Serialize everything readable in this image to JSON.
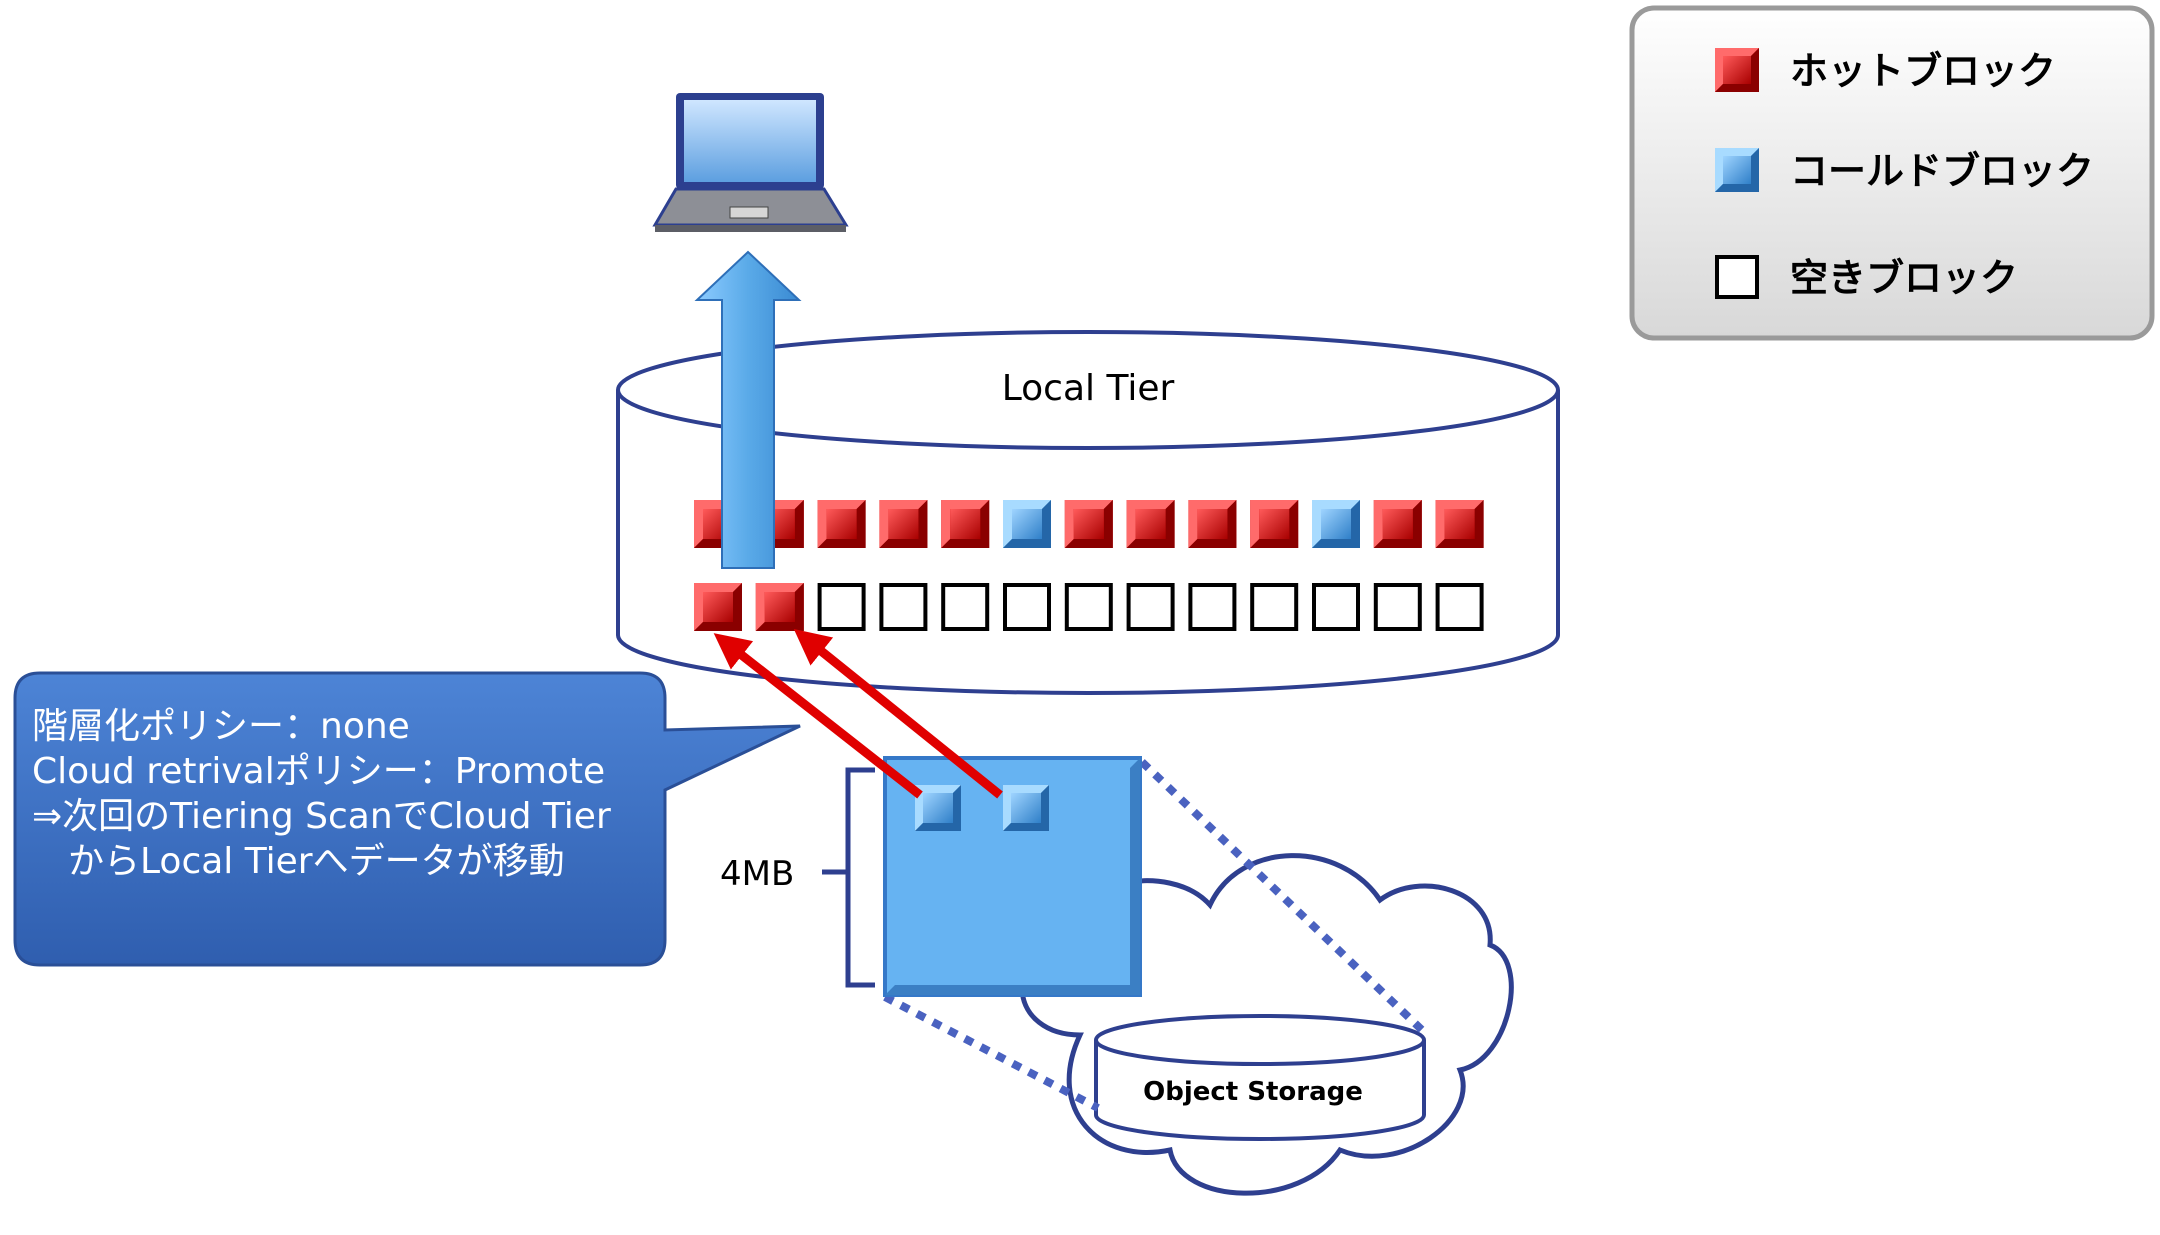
{
  "legend": {
    "items": [
      {
        "kind": "hot",
        "label": "ホットブロック"
      },
      {
        "kind": "cold",
        "label": "コールドブロック"
      },
      {
        "kind": "empty",
        "label": "空きブロック"
      }
    ]
  },
  "local_tier": {
    "label": "Local Tier",
    "row1_blocks": [
      "hot",
      "hot",
      "hot",
      "hot",
      "hot",
      "cold",
      "hot",
      "hot",
      "hot",
      "hot",
      "cold",
      "hot",
      "hot"
    ],
    "row2_blocks": [
      "hot",
      "hot",
      "empty",
      "empty",
      "empty",
      "empty",
      "empty",
      "empty",
      "empty",
      "empty",
      "empty",
      "empty",
      "empty"
    ]
  },
  "callout": {
    "lines": [
      "階層化ポリシー：none",
      "Cloud retrivalポリシー：Promote",
      "",
      "⇒次回のTiering ScanでCloud Tier",
      "　からLocal Tierへデータが移動"
    ]
  },
  "chunk": {
    "size_label": "4MB",
    "blocks": [
      "cold",
      "cold"
    ]
  },
  "object_storage": {
    "label": "Object Storage"
  },
  "colors": {
    "hot": "#d40000",
    "cold": "#4a9fe0",
    "arrow_red": "#e00000",
    "arrow_blue": "#5aaae8",
    "outline_blue": "#2e3f8f",
    "callout_fill": "#3c6fc4",
    "chunk_fill": "#66b3f2"
  },
  "icons": {
    "client": "laptop-icon",
    "storage": "cloud-icon"
  }
}
